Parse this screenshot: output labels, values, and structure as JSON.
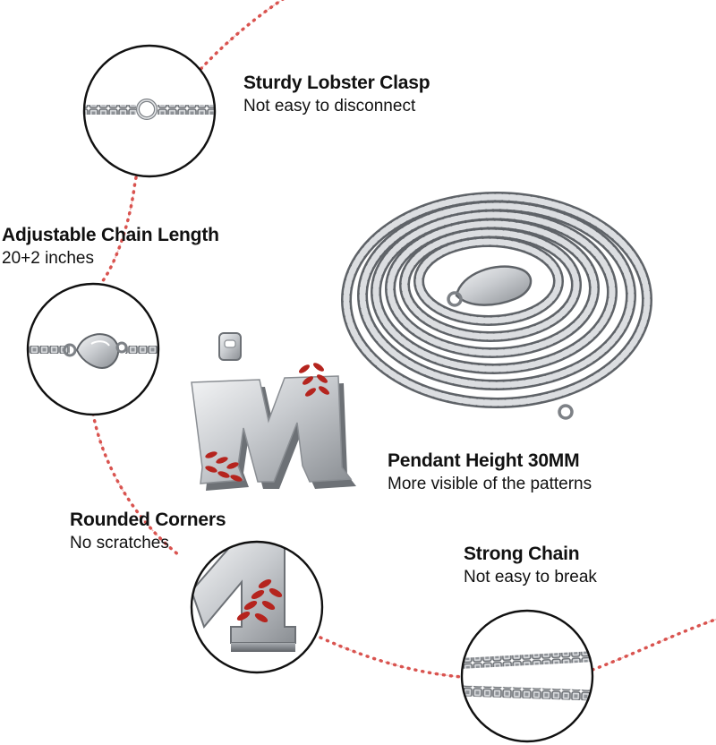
{
  "features": {
    "clasp": {
      "title": "Sturdy Lobster Clasp",
      "subtitle": "Not easy to disconnect"
    },
    "length": {
      "title": "Adjustable Chain Length",
      "subtitle": "20+2 inches"
    },
    "pendant": {
      "title": "Pendant Height 30MM",
      "subtitle": "More visible of the patterns"
    },
    "corners": {
      "title": "Rounded Corners",
      "subtitle": "No scratches"
    },
    "strong": {
      "title": "Strong Chain",
      "subtitle": "Not easy to break"
    }
  },
  "colors": {
    "stitch": "#d9534f",
    "stitch_line": "#f2b8b8",
    "metal": "#c9ccd0",
    "metal_dark": "#7d8186",
    "enamel": "#b5241e",
    "text": "#111111"
  }
}
